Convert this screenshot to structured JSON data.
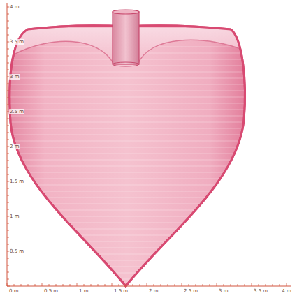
{
  "diagram": {
    "labels": [
      "4 m",
      "3.5 m",
      "3 m",
      "2.5 m",
      "2 m",
      "1.5 m",
      "1 m",
      "0.5 m",
      "0 m",
      "0.5 m",
      "1 m",
      "1.5 m",
      "2 m",
      "2.5 m",
      "3 m",
      "3.5 m",
      "4 m"
    ]
  }
}
